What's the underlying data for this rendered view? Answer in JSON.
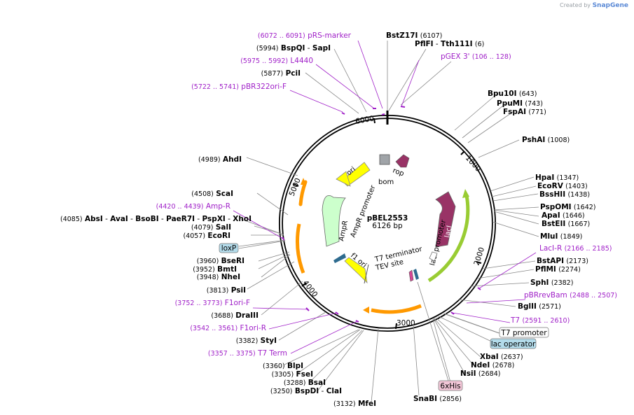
{
  "credit": {
    "prefix": "Created by",
    "brand": "SnapGene"
  },
  "plasmid": {
    "name": "pBEL2553",
    "size": "6126 bp"
  },
  "ticks": [
    "1000",
    "2000",
    "3000",
    "4000",
    "5000",
    "6000"
  ],
  "features": {
    "ori": "ori",
    "rop": "rop",
    "bom": "bom",
    "ampR": "AmpR",
    "ampR_promoter": "AmpR promoter",
    "f1_ori": "f1 ori",
    "lacI": "lacI",
    "lacI_promoter": "lacI promoter",
    "t7_terminator": "T7 terminator",
    "tev_site": "TEV site"
  },
  "boxed": {
    "loxP": "loxP",
    "t7_promoter": "T7 promoter",
    "lac_operator": "lac operator",
    "sixHis": "6xHis"
  },
  "colors": {
    "backbone": "#000000",
    "ori": "#ffff00",
    "ampR": "#ccffcc",
    "lacI": "#993366",
    "green_arrow": "#99cc33",
    "orange_arrow": "#ff9900",
    "primer": "#a020c8",
    "boxed_blue": "#b3dbea",
    "boxed_pink": "#f2c6d7"
  },
  "labels_right": [
    {
      "name": "BstZ17I",
      "pos": "(6107)"
    },
    {
      "name": "PflFI",
      "name2": "Tth111I",
      "pos": "(6)"
    },
    {
      "name": "Bpu10I",
      "pos": "(643)"
    },
    {
      "name": "PpuMI",
      "pos": "(743)"
    },
    {
      "name": "FspAI",
      "pos": "(771)"
    },
    {
      "name": "PshAI",
      "pos": "(1008)"
    },
    {
      "name": "HpaI",
      "pos": "(1347)"
    },
    {
      "name": "EcoRV",
      "pos": "(1403)"
    },
    {
      "name": "BssHII",
      "pos": "(1438)"
    },
    {
      "name": "PspOMI",
      "pos": "(1642)"
    },
    {
      "name": "ApaI",
      "pos": "(1646)"
    },
    {
      "name": "BstEII",
      "pos": "(1667)"
    },
    {
      "name": "MluI",
      "pos": "(1849)"
    },
    {
      "name": "BstAPI",
      "pos": "(2173)"
    },
    {
      "name": "PflMI",
      "pos": "(2274)"
    },
    {
      "name": "SphI",
      "pos": "(2382)"
    },
    {
      "name": "BglII",
      "pos": "(2571)"
    },
    {
      "name": "XbaI",
      "pos": "(2637)"
    },
    {
      "name": "NdeI",
      "pos": "(2678)"
    },
    {
      "name": "NsiI",
      "pos": "(2684)"
    },
    {
      "name": "SnaBI",
      "pos": "(2856)"
    },
    {
      "name": "MfeI",
      "pos": "(3132)"
    }
  ],
  "labels_left": [
    {
      "pos": "(5994)",
      "name": "BspQI",
      "name2": "SapI"
    },
    {
      "pos": "(5877)",
      "name": "PciI"
    },
    {
      "pos": "(4989)",
      "name": "AhdI"
    },
    {
      "pos": "(4508)",
      "name": "ScaI"
    },
    {
      "pos": "(4079)",
      "name": "SalI"
    },
    {
      "pos": "(4057)",
      "name": "EcoRI"
    },
    {
      "pos": "(3960)",
      "name": "BseRI"
    },
    {
      "pos": "(3952)",
      "name": "BmtI"
    },
    {
      "pos": "(3948)",
      "name": "NheI"
    },
    {
      "pos": "(3813)",
      "name": "PsiI"
    },
    {
      "pos": "(3688)",
      "name": "DraIII"
    },
    {
      "pos": "(3382)",
      "name": "StyI"
    },
    {
      "pos": "(3360)",
      "name": "BlpI"
    },
    {
      "pos": "(3305)",
      "name": "FseI"
    },
    {
      "pos": "(3288)",
      "name": "BsaI"
    },
    {
      "pos": "(3250)",
      "name": "BspDI",
      "name2": "ClaI"
    }
  ],
  "multi_site": {
    "pos": "(4085)",
    "names": [
      "AbsI",
      "AvaI",
      "BsoBI",
      "PaeR7I",
      "PspXI",
      "XhoI"
    ]
  },
  "primers": [
    {
      "range": "(6072 .. 6091)",
      "name": "pRS-marker"
    },
    {
      "range": "(5975 .. 5992)",
      "name": "L4440"
    },
    {
      "range": "(5722 .. 5741)",
      "name": "pBR322ori-F"
    },
    {
      "range": "(4420 .. 4439)",
      "name": "Amp-R"
    },
    {
      "range": "(3752 .. 3773)",
      "name": "F1ori-F"
    },
    {
      "range": "(3542 .. 3561)",
      "name": "F1ori-R"
    },
    {
      "range": "(3357 .. 3375)",
      "name": "T7 Term"
    },
    {
      "name": "pGEX 3'",
      "range": "(106 .. 128)"
    },
    {
      "name": "LacI-R",
      "range": "(2166 .. 2185)"
    },
    {
      "name": "pBRrevBam",
      "range": "(2488 .. 2507)"
    },
    {
      "name": "T7",
      "range": "(2591 .. 2610)"
    }
  ]
}
